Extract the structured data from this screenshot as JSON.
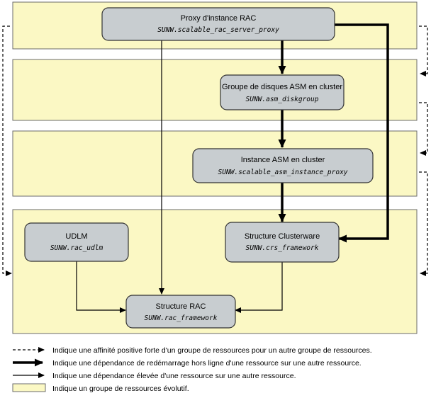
{
  "colors": {
    "group_fill": "#fbf8c4",
    "group_stroke": "#6b6b6b",
    "node_fill": "#c8cdd0",
    "node_stroke": "#333333",
    "arrow": "#000000"
  },
  "nodes": {
    "rac_proxy": {
      "title": "Proxy d'instance RAC",
      "type": "SUNW.scalable_rac_server_proxy"
    },
    "asm_diskgroup": {
      "title": "Groupe de disques ASM en cluster",
      "type": "SUNW.asm_diskgroup"
    },
    "asm_instance": {
      "title": "Instance ASM en cluster",
      "type": "SUNW.scalable_asm_instance_proxy"
    },
    "udlm": {
      "title": "UDLM",
      "type": "SUNW.rac_udlm"
    },
    "crs_framework": {
      "title": "Structure Clusterware",
      "type": "SUNW.crs_framework"
    },
    "rac_framework": {
      "title": "Structure RAC",
      "type": "SUNW.rac_framework"
    }
  },
  "legend": {
    "dashed": "Indique une affinité positive forte d'un groupe de ressources pour un autre groupe de ressources.",
    "thick": "Indique une dépendance de redémarrage hors ligne d'une ressource sur une autre ressource.",
    "thin": "Indique une dépendance élevée d'une ressource sur une autre ressource.",
    "group": "Indique un groupe de ressources évolutif."
  }
}
